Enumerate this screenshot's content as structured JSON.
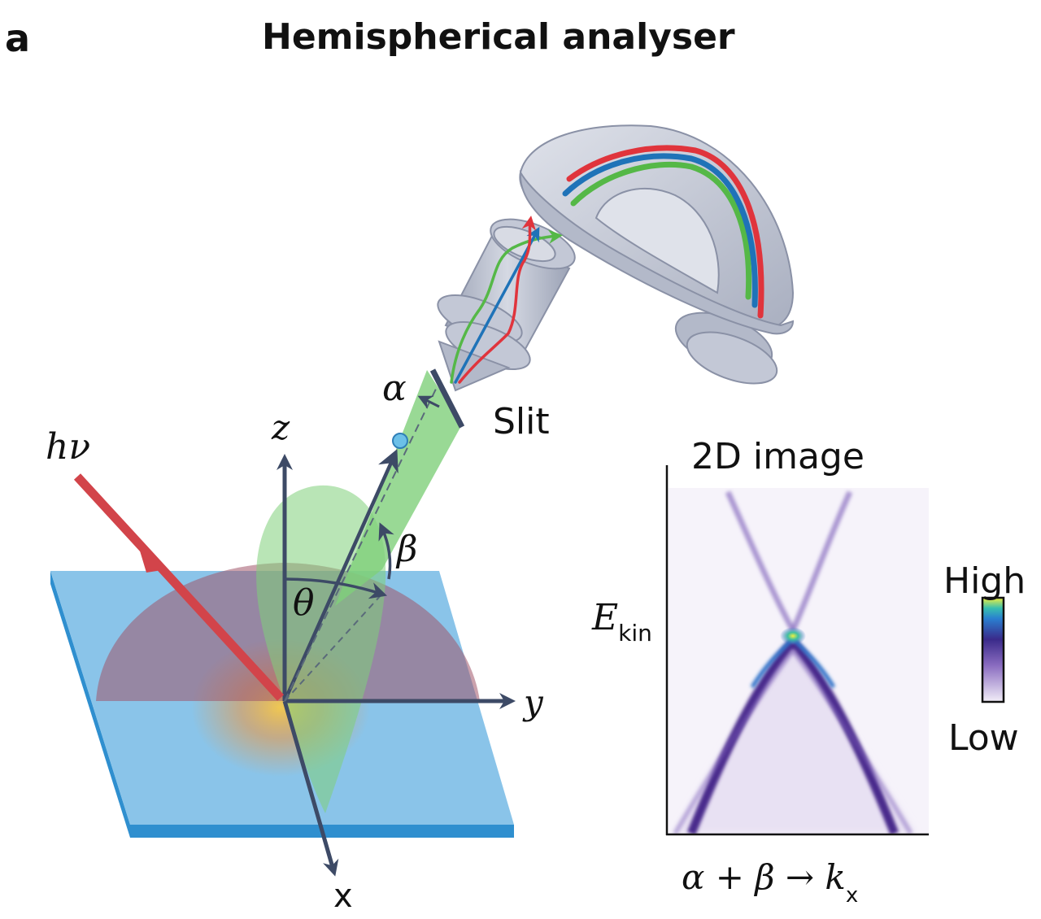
{
  "figure": {
    "panel_letter": "a",
    "title": "Hemispherical analyser"
  },
  "labels": {
    "photon": "hν",
    "alpha": "α",
    "beta": "β",
    "theta": "θ",
    "slit": "Slit",
    "axis_x": "x",
    "axis_y": "y",
    "axis_z": "z"
  },
  "image_panel": {
    "title": "2D image",
    "ylabel_main": "E",
    "ylabel_sub": "kin",
    "xlabel_main": "α + β → k",
    "xlabel_sub": "x",
    "colorbar_high": "High",
    "colorbar_low": "Low"
  },
  "colors": {
    "photon_beam": "#d2444a",
    "sample_plane": "#8ac4e9",
    "sample_edge": "#2f8fcf",
    "axes": "#3d4a66",
    "emission_cone": "#7fd07a",
    "analyser_body": "#c3c8d6",
    "trajectory_red": "#e0343c",
    "trajectory_blue": "#1f73b8",
    "trajectory_green": "#55b847",
    "band": "#4a2a8c"
  }
}
